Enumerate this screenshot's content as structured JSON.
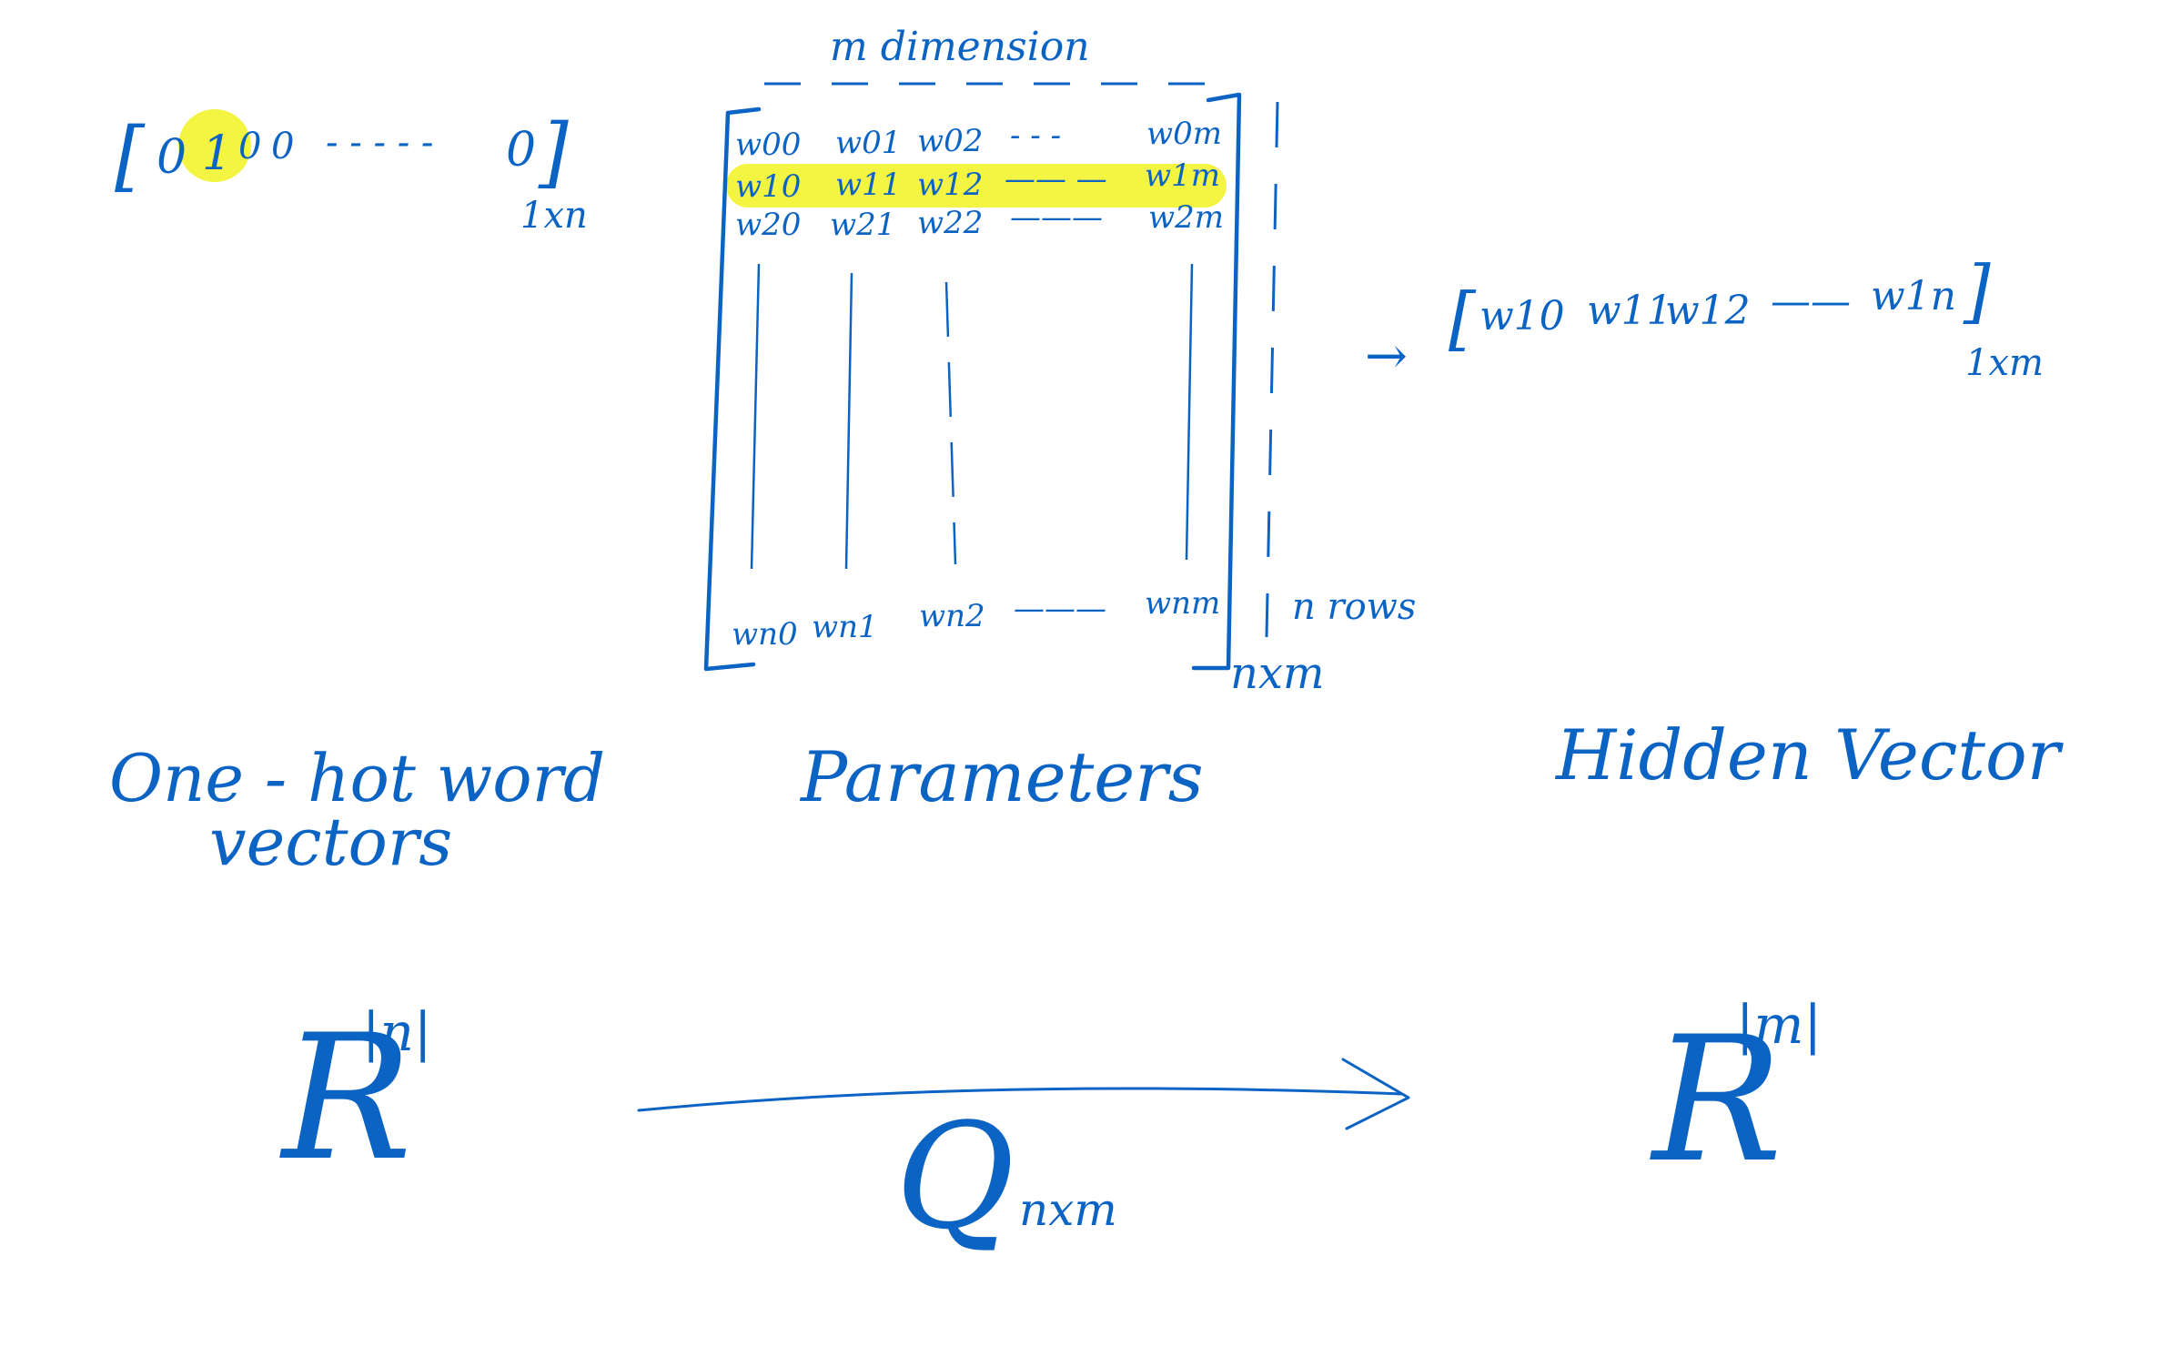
{
  "colors": {
    "ink": "#0b63c4",
    "highlight": "#f4f442"
  },
  "one_hot": {
    "open": "[",
    "values": [
      "0",
      "1",
      "0",
      "0"
    ],
    "ellipsis": "- - - - -",
    "last": "0",
    "close": "]",
    "shape": "1xn",
    "highlighted_index": 1,
    "label_line1": "One - hot word",
    "label_line2": "vectors"
  },
  "matrix": {
    "top_label": "m   dimension",
    "rows": [
      {
        "cells": [
          "w00",
          "w01",
          "w02"
        ],
        "dash": "- - -",
        "last": "w0m"
      },
      {
        "cells": [
          "w10",
          "w11",
          "w12"
        ],
        "dash": "—— —",
        "last": "w1m"
      },
      {
        "cells": [
          "w20",
          "w21",
          "w22"
        ],
        "dash": "———",
        "last": "w2m"
      }
    ],
    "last_row": {
      "cells": [
        "wn0",
        "wn1",
        "wn2"
      ],
      "dash": "———",
      "last": "wnm"
    },
    "highlighted_row": 1,
    "rows_label": "n rows",
    "shape": "nxm",
    "label": "Parameters"
  },
  "hidden": {
    "arrow": "→",
    "open": "[",
    "cells": [
      "w10",
      "w11",
      "w12"
    ],
    "dash": "——",
    "last": "w1n",
    "close": "]",
    "shape": "1xm",
    "label": "Hidden Vector"
  },
  "mapping": {
    "domain_base": "R",
    "domain_exp": "|n|",
    "map_symbol": "Q",
    "map_subscript": "nxm",
    "codomain_base": "R",
    "codomain_exp": "|m|"
  }
}
